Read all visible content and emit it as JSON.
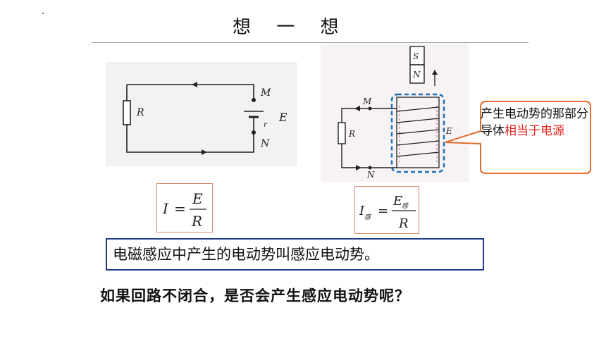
{
  "title": "想 一 想",
  "left_circuit": {
    "resistor": "R",
    "top_terminal": "M",
    "bottom_terminal": "N",
    "source": "E",
    "internal": "r"
  },
  "right_circuit": {
    "magnet_top": "S",
    "magnet_bottom": "N",
    "resistor": "R",
    "top_terminal": "M",
    "bottom_terminal": "N",
    "source": "E"
  },
  "formula_left": {
    "lhs": "I",
    "eq": "=",
    "numerator": "E",
    "denominator": "R"
  },
  "formula_right": {
    "lhs": "I",
    "lhs_sub": "感",
    "eq": "=",
    "numerator": "E",
    "numerator_sub": "感",
    "denominator": "R"
  },
  "callout": {
    "part1": "产生电动势的那部分导体",
    "highlight": "相当于电源"
  },
  "definition": "电磁感应中产生的电动势叫感应电动势。",
  "question": "如果回路不闭合，是否会产生感应电动势呢？"
}
